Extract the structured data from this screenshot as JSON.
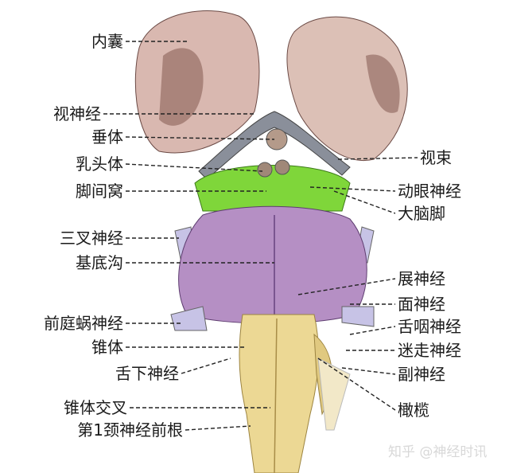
{
  "labels_left": [
    "内囊",
    "视神经",
    "垂体",
    "乳头体",
    "脚间窝",
    "三叉神经",
    "基底沟",
    "前庭蜗神经",
    "锥体",
    "舌下神经",
    "锥体交叉",
    "第1颈神经前根"
  ],
  "labels_right": [
    "视束",
    "动眼神经",
    "大脑脚",
    "展神经",
    "面神经",
    "舌咽神经",
    "迷走神经",
    "副神经",
    "橄榄"
  ],
  "watermark": "知乎 @神经时讯",
  "colors": {
    "hemisphere": "#d9b8b0",
    "cerebral_peduncle": "#7fd63a",
    "pons": "#b58fc4",
    "medulla": "#ecd894",
    "nerve": "#c7c3e6"
  }
}
